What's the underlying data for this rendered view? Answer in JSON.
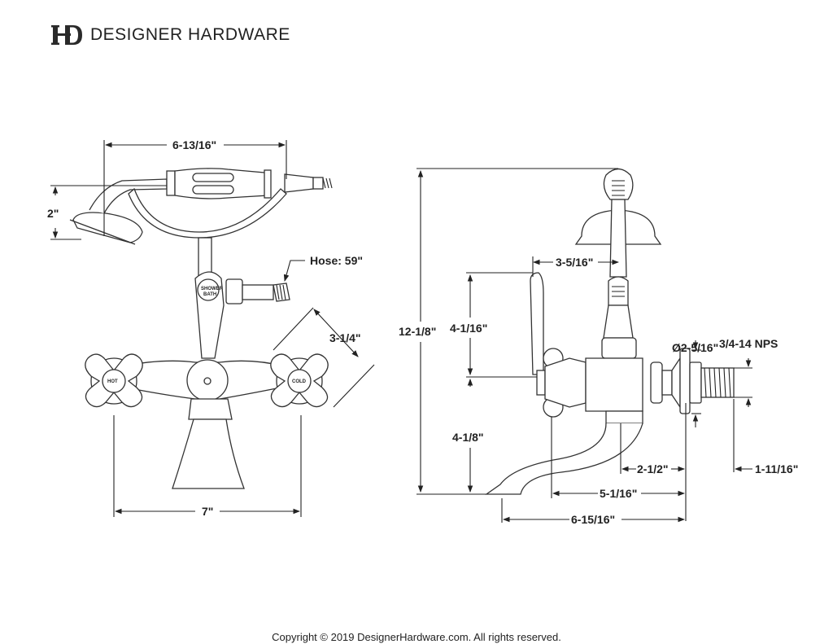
{
  "header": {
    "brand_name": "DESIGNER HARDWARE",
    "logo_icon": "dh-monogram-icon"
  },
  "front_view": {
    "labels": {
      "handshower_length": "6-13/16\"",
      "handshower_height": "2\"",
      "hose": "Hose: 59\"",
      "handle_span": "3-1/4\"",
      "center_spread": "7\"",
      "hot_label": "HOT",
      "cold_label": "COLD",
      "diverter_label_top": "SHOWER",
      "diverter_label_bottom": "BATH"
    }
  },
  "side_view": {
    "labels": {
      "total_height": "12-1/8\"",
      "upper_height": "4-1/16\"",
      "lower_height": "4-1/8\"",
      "cradle_offset": "3-5/16\"",
      "flange_diameter": "Ø2-5/16\"",
      "thread_spec": "3/4-14 NPS",
      "spout_to_wall": "2-1/2\"",
      "handle_to_wall": "5-1/16\"",
      "spout_reach": "6-15/16\"",
      "thread_length": "1-11/16\""
    }
  },
  "footer": {
    "copyright": "Copyright © 2019 DesignerHardware.com. All rights reserved."
  }
}
